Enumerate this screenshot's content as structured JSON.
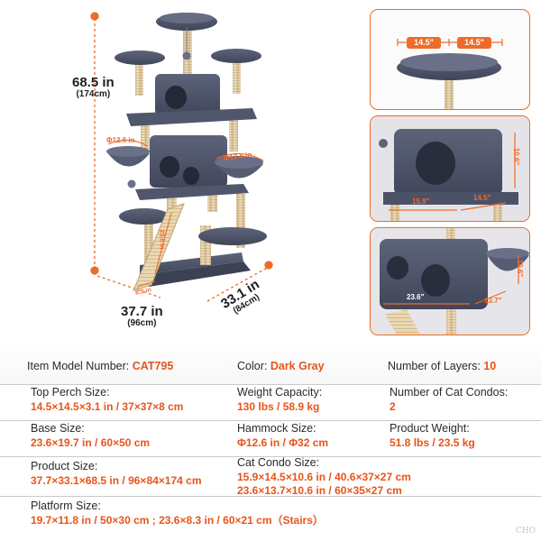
{
  "dimensions": {
    "height_in": "68.5 in",
    "height_cm": "(174cm)",
    "depth_in": "37.7 in",
    "depth_cm": "(96cm)",
    "width_in": "33.1 in",
    "width_cm": "(84cm)",
    "hammock_left": "Φ12.6 in",
    "hammock_right": "Φ12.6 in",
    "ramp_length": "23.6 in",
    "ramp_width": "8.3 in"
  },
  "detail_panels": {
    "perch_left": "14.5\"",
    "perch_right": "14.5\"",
    "condo_height": "10.6\"",
    "condo_depth": "15.9\"",
    "condo_width": "14.5\"",
    "big_condo_height": "10.6\"",
    "big_condo_width": "23.6\"",
    "big_condo_depth": "13.7\""
  },
  "specs": {
    "row0": [
      {
        "label": "Item Model Number: ",
        "value": "CAT795"
      },
      {
        "label": "Color: ",
        "value": "Dark Gray"
      },
      {
        "label": "Number of Layers: ",
        "value": "10"
      }
    ],
    "row1": [
      {
        "label": "Top Perch Size:",
        "value": "14.5×14.5×3.1 in / 37×37×8 cm"
      },
      {
        "label": "Weight Capacity:",
        "value": "130 lbs / 58.9 kg"
      },
      {
        "label": "Number of Cat Condos:",
        "value": "2"
      }
    ],
    "row2": [
      {
        "label": "Base Size:",
        "value": "23.6×19.7 in / 60×50 cm"
      },
      {
        "label": "Hammock Size:",
        "value": "Φ12.6 in / Φ32 cm"
      },
      {
        "label": "Product Weight:",
        "value": "51.8 lbs / 23.5 kg"
      }
    ],
    "row3": [
      {
        "label": "Product Size:",
        "value": "37.7×33.1×68.5 in / 96×84×174 cm"
      },
      {
        "label": "Cat Condo Size:",
        "value": "15.9×14.5×10.6 in / 40.6×37×27 cm",
        "value2": "23.6×13.7×10.6 in / 60×35×27 cm"
      }
    ],
    "row4": [
      {
        "label": "Platform Size:",
        "value": "19.7×11.8 in / 50×30 cm ; 23.6×8.3 in / 60×21 cm（Stairs）"
      }
    ]
  },
  "watermark": "CHO",
  "colors": {
    "accent": "#e8541a",
    "plush": "#4e5468",
    "sisal": "#e6d3ad",
    "frame": "#ef6a23"
  }
}
